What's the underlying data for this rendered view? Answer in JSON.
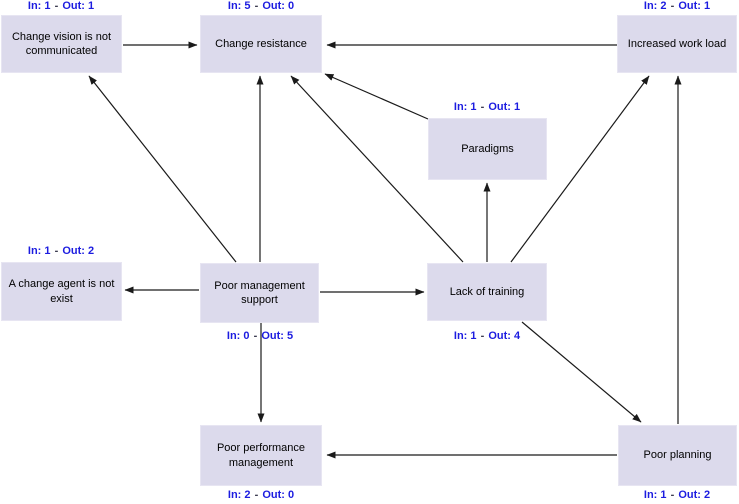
{
  "diagram": {
    "separator": "-",
    "colors": {
      "node_fill": "#dcdaec",
      "io_label_text": "#1c1ce0",
      "edge_stroke": "#1a1a1a",
      "background": "#ffffff"
    },
    "nodes": {
      "change_vision": {
        "label": "Change vision is not communicated",
        "in_label": "In: 1",
        "out_label": "Out: 1"
      },
      "change_resistance": {
        "label": "Change resistance",
        "in_label": "In: 5",
        "out_label": "Out: 0"
      },
      "increased_work_load": {
        "label": "Increased work load",
        "in_label": "In: 2",
        "out_label": "Out: 1"
      },
      "paradigms": {
        "label": "Paradigms",
        "in_label": "In: 1",
        "out_label": "Out: 1"
      },
      "change_agent": {
        "label": "A change agent is not exist",
        "in_label": "In: 1",
        "out_label": "Out: 2"
      },
      "poor_management": {
        "label": "Poor management support",
        "in_label": "In: 0",
        "out_label": "Out: 5"
      },
      "lack_of_training": {
        "label": "Lack of training",
        "in_label": "In: 1",
        "out_label": "Out: 4"
      },
      "poor_performance": {
        "label": "Poor performance management",
        "in_label": "In: 2",
        "out_label": "Out: 0"
      },
      "poor_planning": {
        "label": "Poor planning",
        "in_label": "In: 1",
        "out_label": "Out: 2"
      }
    },
    "edges": [
      {
        "from": "change_vision",
        "to": "change_resistance"
      },
      {
        "from": "increased_work_load",
        "to": "change_resistance"
      },
      {
        "from": "poor_management",
        "to": "change_vision"
      },
      {
        "from": "poor_management",
        "to": "change_resistance"
      },
      {
        "from": "lack_of_training",
        "to": "change_resistance"
      },
      {
        "from": "paradigms",
        "to": "change_resistance"
      },
      {
        "from": "lack_of_training",
        "to": "paradigms"
      },
      {
        "from": "lack_of_training",
        "to": "increased_work_load"
      },
      {
        "from": "poor_planning",
        "to": "increased_work_load"
      },
      {
        "from": "poor_management",
        "to": "change_agent"
      },
      {
        "from": "poor_management",
        "to": "lack_of_training"
      },
      {
        "from": "poor_management",
        "to": "poor_performance"
      },
      {
        "from": "lack_of_training",
        "to": "poor_planning"
      },
      {
        "from": "poor_planning",
        "to": "poor_performance"
      }
    ]
  }
}
